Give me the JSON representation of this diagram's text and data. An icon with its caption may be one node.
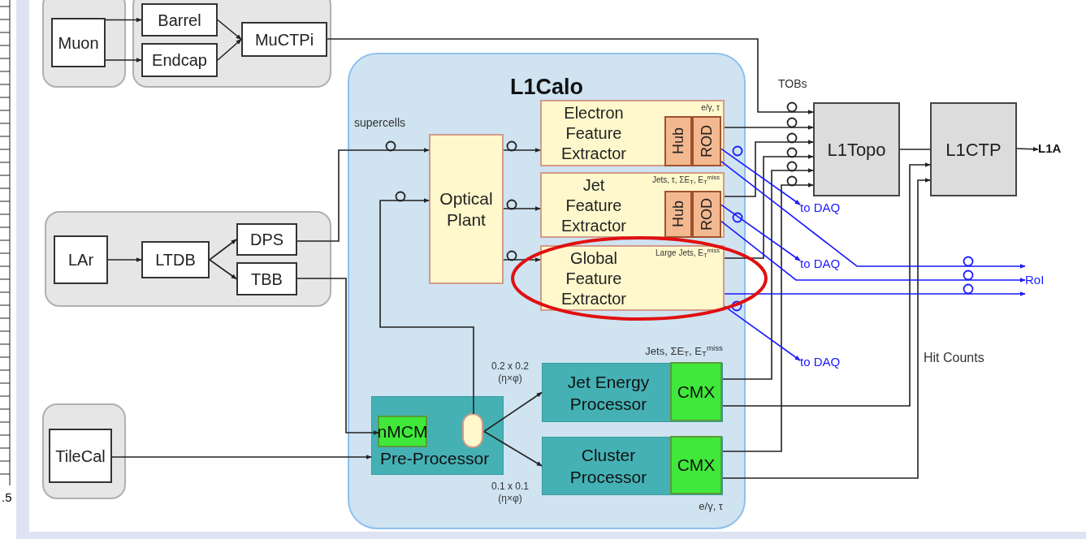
{
  "diagram": {
    "nodes": [
      {
        "text": [],
        "shape": "box"
      },
      {
        "text": [
          "Muon"
        ],
        "in": 0
      },
      {
        "text": [],
        "shape": "box"
      },
      {
        "text": [
          "Barrel"
        ],
        "in": 2
      },
      {
        "text": [
          "Endcap"
        ],
        "in": 2
      },
      {
        "text": [
          "MuCTPi"
        ],
        "in": 2
      },
      {
        "text": [
          "L1Calo"
        ]
      },
      {
        "text": [],
        "shape": "box"
      },
      {
        "text": [
          "LAr"
        ],
        "in": 7
      },
      {
        "text": [
          "LTDB"
        ],
        "in": 7
      },
      {
        "text": [
          "DPS"
        ],
        "in": 7
      },
      {
        "text": [
          "TBB"
        ],
        "in": 7
      },
      {
        "text": [],
        "shape": "box"
      },
      {
        "text": [
          "TileCal"
        ],
        "in": 12
      },
      {
        "text": [
          "Optical Plant"
        ],
        "in": 6
      },
      {
        "text": [
          "Electron Feature Extractor",
          "e/γ, τ"
        ],
        "in": 6
      },
      {
        "text": [
          "Hub"
        ],
        "in": 15
      },
      {
        "text": [
          "ROD"
        ],
        "in": 15
      },
      {
        "text": [
          "Jet Feature Extractor",
          "Jets, τ, ΣE$_{T}$, E$_{T}$$^{miss}$"
        ],
        "in": 6
      },
      {
        "text": [
          "Hub"
        ],
        "in": 18
      },
      {
        "text": [
          "ROD"
        ],
        "in": 18
      },
      {
        "text": [
          "Global Feature Extractor",
          "Large Jets, E$_{T}$$^{miss}$"
        ],
        "in": 6
      },
      {
        "text": [
          "Pre-Processor"
        ],
        "in": 6
      },
      {
        "text": [
          "nMCM"
        ],
        "in": 22
      },
      {
        "text": [],
        "shape": "box",
        "in": 22
      },
      {
        "text": [
          "Jet Energy Processor"
        ],
        "in": 6,
        "beside": [
          "Jets, ΣE$_{T}$, E$_{T}$$^{miss}$"
        ]
      },
      {
        "text": [
          "CMX"
        ],
        "in": 25
      },
      {
        "text": [
          "Cluster Processor"
        ],
        "in": 6,
        "beside": [
          "e/γ, τ"
        ]
      },
      {
        "text": [
          "CMX"
        ],
        "in": 27
      },
      {
        "text": [
          "L1Topo"
        ]
      },
      {
        "text": [
          "L1CTP"
        ]
      },
      {
        "text": [
          "L1A"
        ]
      },
      {
        "text": [
          "RoI"
        ]
      },
      {
        "text": [
          "to DAQ"
        ]
      },
      {
        "text": [
          "to DAQ"
        ]
      },
      {
        "text": [
          "to DAQ"
        ]
      }
    ],
    "edges": [
      {
        "from": 1,
        "to": 3,
        "arrow": "to"
      },
      {
        "from": 1,
        "to": 4,
        "arrow": "to"
      },
      {
        "from": 3,
        "to": 5,
        "arrow": "to"
      },
      {
        "from": 4,
        "to": 5,
        "arrow": "to"
      },
      {
        "from": 5,
        "to": 29,
        "arrow": "to"
      },
      {
        "from": 8,
        "to": 9,
        "arrow": "to"
      },
      {
        "from": 9,
        "to": 10,
        "arrow": "to"
      },
      {
        "from": 9,
        "to": 11,
        "arrow": "to"
      },
      {
        "from": 10,
        "to": 14,
        "arrow": "to"
      },
      {
        "from": 11,
        "to": 23,
        "arrow": "to"
      },
      {
        "from": 24,
        "to": 14,
        "arrow": "to"
      },
      {
        "from": 13,
        "to": 22,
        "arrow": "to"
      },
      {
        "from": 14,
        "to": 15,
        "arrow": "to"
      },
      {
        "from": 14,
        "to": 18,
        "arrow": "to"
      },
      {
        "from": 14,
        "to": 21,
        "arrow": "to"
      },
      {
        "from": 24,
        "to": 25,
        "arrow": "to"
      },
      {
        "from": 24,
        "to": 27,
        "arrow": "to"
      },
      {
        "from": 15,
        "to": 29,
        "arrow": "to"
      },
      {
        "from": 18,
        "to": 29,
        "arrow": "to"
      },
      {
        "from": 21,
        "to": 29,
        "arrow": "to"
      },
      {
        "from": 26,
        "to": 29,
        "arrow": "to"
      },
      {
        "from": 28,
        "to": 29,
        "arrow": "to"
      },
      {
        "from": 29,
        "to": 30,
        "arrow": "none"
      },
      {
        "from": 26,
        "to": 30,
        "arrow": "to"
      },
      {
        "from": 28,
        "to": 30,
        "arrow": "to"
      },
      {
        "from": 30,
        "to": 31,
        "arrow": "to"
      },
      {
        "from": 17,
        "to": 33,
        "arrow": "to",
        "color": "#1a1aff"
      },
      {
        "from": 17,
        "to": 32,
        "arrow": "to",
        "color": "#1a1aff"
      },
      {
        "from": 20,
        "to": 34,
        "arrow": "to",
        "color": "#1a1aff"
      },
      {
        "from": 20,
        "to": 32,
        "arrow": "to",
        "color": "#1a1aff"
      },
      {
        "from": 21,
        "to": 32,
        "arrow": "to",
        "color": "#1a1aff"
      },
      {
        "from": 21,
        "to": 35,
        "arrow": "to",
        "color": "#1a1aff"
      }
    ],
    "labels": [
      "supercells",
      "TOBs",
      "Hit Counts",
      "0.2 x 0.2 (η×φ)",
      "0.1 x 0.1 (η×φ)",
      ".5"
    ]
  }
}
